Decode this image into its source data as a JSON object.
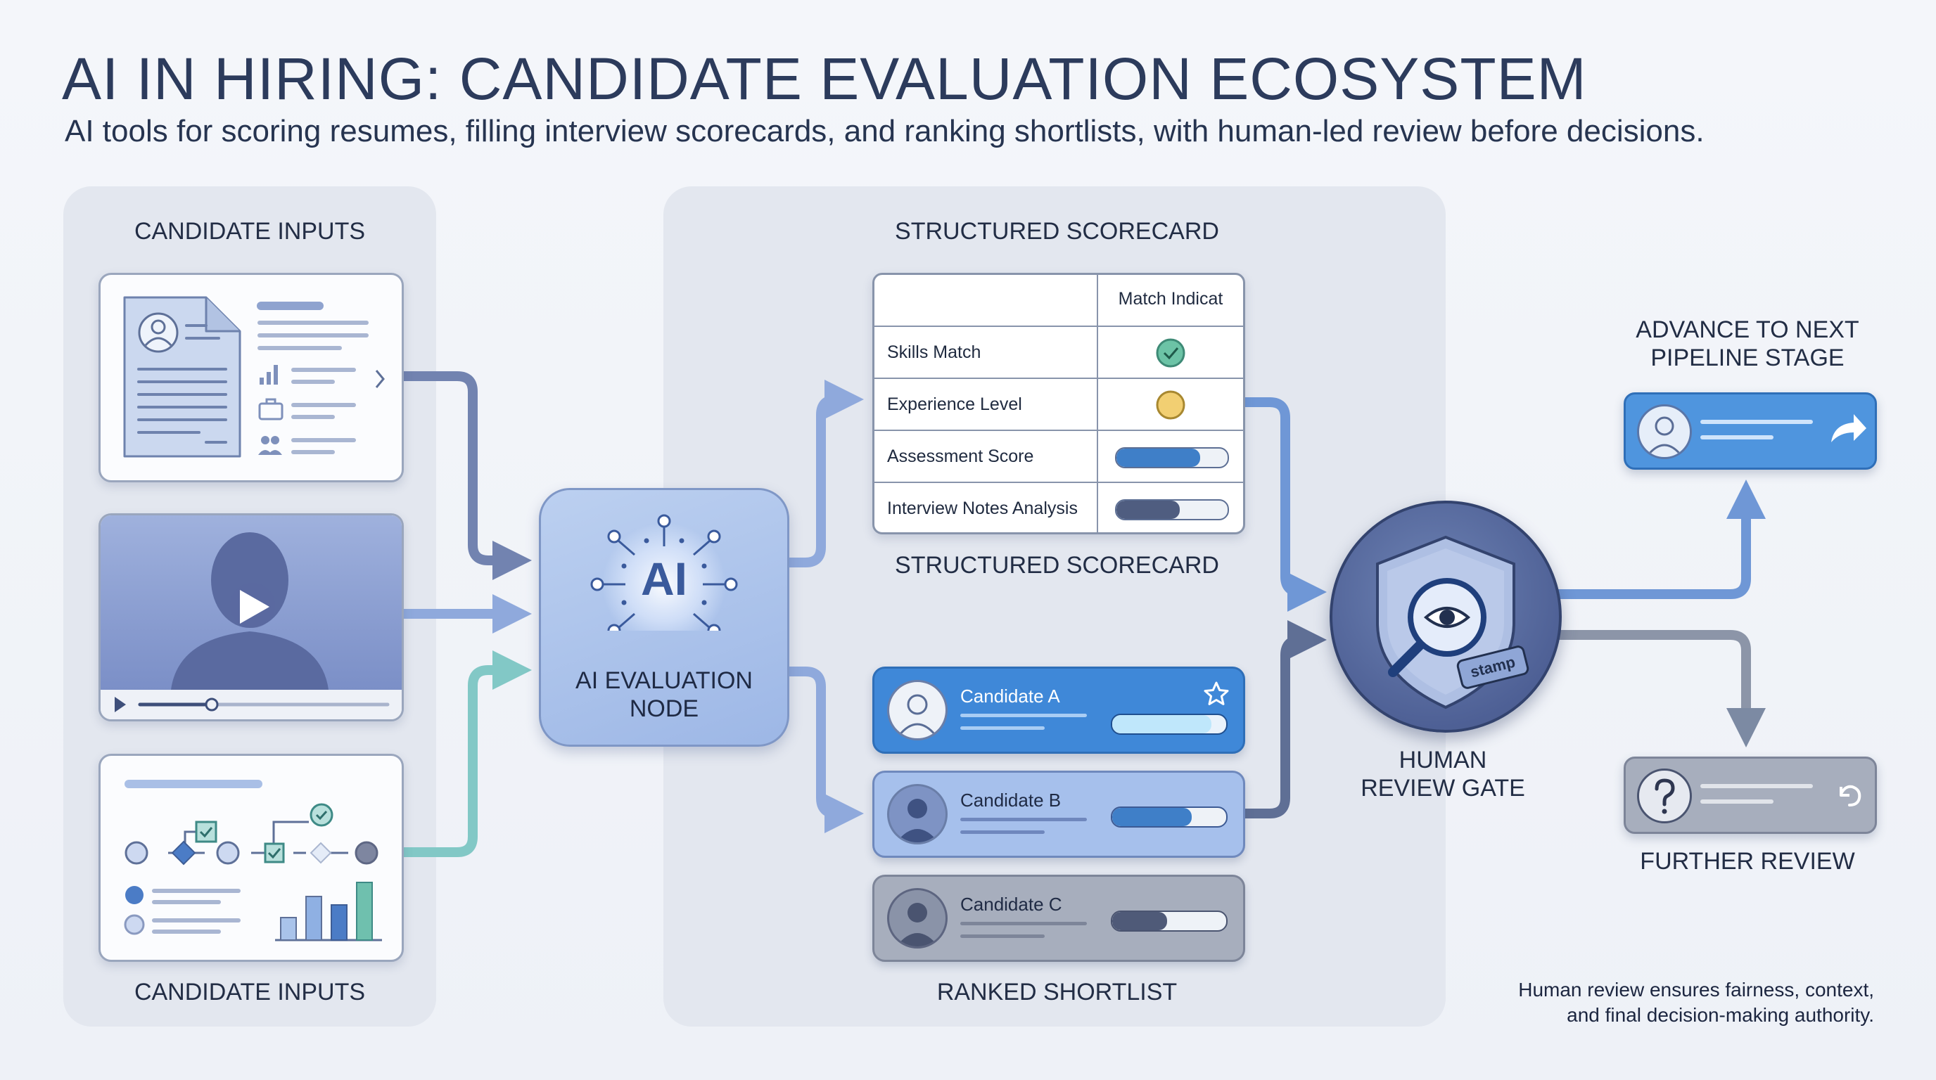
{
  "title": "AI IN HIRING: CANDIDATE EVALUATION ECOSYSTEM",
  "subtitle": "AI tools for scoring resumes, filling interview scorecards, and ranking shortlists, with human-led review before decisions.",
  "inputs": {
    "header_top": "CANDIDATE INPUTS",
    "header_bottom": "CANDIDATE INPUTS"
  },
  "ai_node": {
    "glyph": "AI",
    "label_line1": "AI EVALUATION",
    "label_line2": "NODE"
  },
  "scorecard": {
    "header_top": "STRUCTURED SCORECARD",
    "header_bottom": "STRUCTURED SCORECARD",
    "column_header": "Match Indicat",
    "rows": [
      {
        "label": "Skills Match",
        "indicator": "check",
        "color": "#5cb89a"
      },
      {
        "label": "Experience Level",
        "indicator": "dot",
        "color": "#f2cf72"
      },
      {
        "label": "Assessment Score",
        "indicator": "bar",
        "level": 0.75,
        "color": "#3f7fc8"
      },
      {
        "label": "Interview Notes Analysis",
        "indicator": "bar",
        "level": 0.57,
        "color": "#4f5d80"
      }
    ]
  },
  "shortlist": {
    "footer": "RANKED SHORTLIST",
    "candidates": [
      {
        "name": "Candidate A",
        "score": 0.87,
        "starred": true
      },
      {
        "name": "Candidate B",
        "score": 0.7,
        "starred": false
      },
      {
        "name": "Candidate C",
        "score": 0.48,
        "starred": false
      }
    ]
  },
  "review_gate": {
    "label_line1": "HUMAN",
    "label_line2": "REVIEW GATE",
    "stamp_text": "stamp"
  },
  "outcomes": {
    "advance_line1": "ADVANCE TO NEXT",
    "advance_line2": "PIPELINE STAGE",
    "further": "FURTHER REVIEW"
  },
  "footnote_line1": "Human review ensures fairness, context,",
  "footnote_line2": "and final decision-making authority.",
  "colors": {
    "accent_blue": "#3f88d8",
    "teal": "#82c8c6",
    "slate": "#6f7fa6",
    "gray": "#8c93a3"
  }
}
